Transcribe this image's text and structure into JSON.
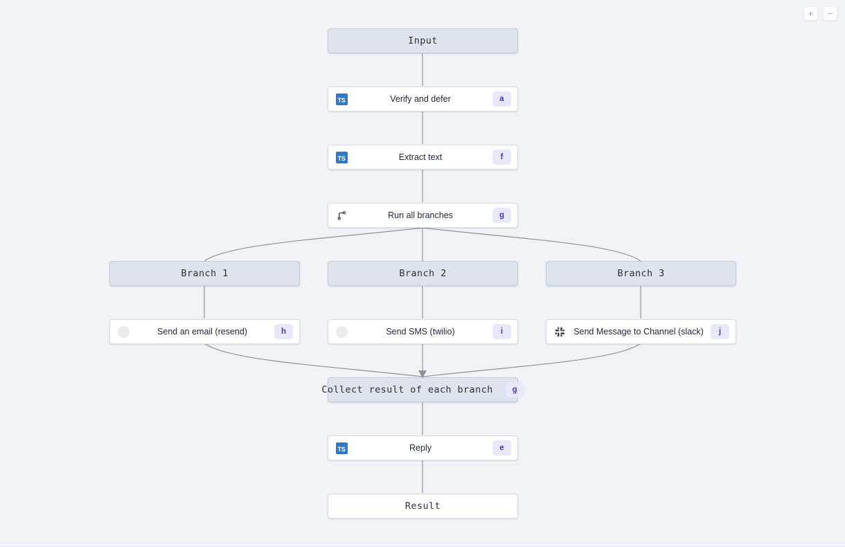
{
  "canvas": {
    "background_color": "#f1f3f6",
    "node_fill_container": "#dde4ec",
    "node_fill_step": "#ffffff",
    "badge_bg": "#e8e8fb",
    "badge_text_color": "#4339b5",
    "edge_color": "#8d929b"
  },
  "zoom_controls": {
    "zoom_in_label": "+",
    "zoom_in_icon": "plus-icon",
    "zoom_out_label": "−",
    "zoom_out_icon": "minus-icon"
  },
  "flow": {
    "input": {
      "label": "Input"
    },
    "verify": {
      "label": "Verify and defer",
      "badge": "a",
      "icon": "typescript-icon",
      "icon_text": "TS"
    },
    "extract": {
      "label": "Extract text",
      "badge": "f",
      "icon": "typescript-icon",
      "icon_text": "TS"
    },
    "run_branches": {
      "label": "Run all branches",
      "badge": "g",
      "icon": "git-branch-icon"
    },
    "branches": [
      {
        "header": "Branch 1",
        "action": {
          "label": "Send an email (resend)",
          "badge": "h",
          "icon": "resend-circle-icon"
        }
      },
      {
        "header": "Branch 2",
        "action": {
          "label": "Send SMS (twilio)",
          "badge": "i",
          "icon": "twilio-circle-icon"
        }
      },
      {
        "header": "Branch 3",
        "action": {
          "label": "Send Message to Channel (slack)",
          "badge": "j",
          "icon": "slack-icon"
        }
      }
    ],
    "collect": {
      "label": "Collect result of each branch",
      "badge": "g"
    },
    "reply": {
      "label": "Reply",
      "badge": "e",
      "icon": "typescript-icon",
      "icon_text": "TS"
    },
    "result": {
      "label": "Result"
    }
  }
}
